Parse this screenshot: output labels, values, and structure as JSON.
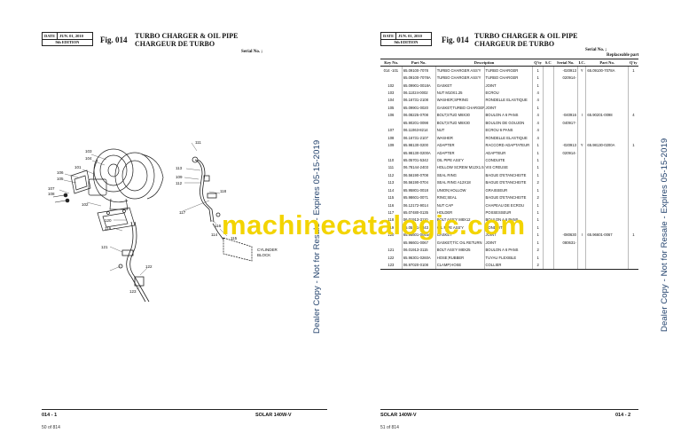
{
  "left_page": {
    "date_label": "DATE",
    "date_value": "JUN. 01, 2010",
    "edition": "9th EDITION",
    "fig": "Fig. 014",
    "title_en": "TURBO CHARGER & OIL PIPE",
    "title_fr": "CHARGEUR DE TURBO",
    "serial": "Serial No. ;",
    "footer_left": "014 - 1",
    "footer_right": "SOLAR 140W-V",
    "page_of": "50 of 814"
  },
  "right_page": {
    "date_label": "DATE",
    "date_value": "JUN. 01, 2010",
    "edition": "9th EDITION",
    "fig": "Fig. 014",
    "title_en": "TURBO CHARGER & OIL PIPE",
    "title_fr": "CHARGEUR DE TURBO",
    "serial": "Serial No. ;",
    "footer_left": "SOLAR 140W-V",
    "footer_right": "014 - 2",
    "page_of": "51 of 814"
  },
  "watermarks": {
    "vertical": "Dealer Copy - Not for Resale - Expires 05-15-2019",
    "center": "machinecatalogic.com"
  },
  "diagram": {
    "labels": [
      "103",
      "104",
      "101",
      "106",
      "105",
      "107",
      "108",
      "102",
      "111",
      "113",
      "109",
      "112",
      "117",
      "118",
      "116",
      "115",
      "114",
      "120",
      "119",
      "121",
      "122",
      "123"
    ],
    "cylinder_block": [
      "CYLINDER",
      "BLOCK"
    ]
  },
  "table": {
    "headers": [
      "Key No.",
      "Part No.",
      "Description",
      "",
      "Q'ty",
      "S.C",
      "Serial No.",
      "I.C.",
      "Part No.",
      "Q'ty"
    ],
    "replaceable_header": "Replaceable part",
    "rows": [
      [
        "014 -101",
        "65.09100-7078",
        "TURBO CHARGER ASS'Y",
        "TURBO CHARGER",
        "1",
        "",
        "-020913",
        "Y",
        "65.09100-7078A",
        "1"
      ],
      [
        "",
        "65.09100-7078A",
        "TURBO CHARGER ASS'Y",
        "TURBO CHARGER",
        "1",
        "",
        "020914-",
        "",
        "",
        ""
      ],
      [
        "102",
        "65.09901-0018A",
        "GASKET",
        "JOINT",
        "1",
        "",
        "",
        "",
        "",
        ""
      ],
      [
        "103",
        "06.11024-0002",
        "NUT M10X1.25",
        "ECROU",
        "4",
        "",
        "",
        "",
        "",
        ""
      ],
      [
        "104",
        "06.16731-2108",
        "WASHER;SPRING",
        "RONDELLE ELASTIQUE",
        "4",
        "",
        "",
        "",
        "",
        ""
      ],
      [
        "105",
        "65.09901-0020",
        "GASKET;TURBO CHARGER(T/C)",
        "JOINT",
        "1",
        "",
        "",
        "",
        "",
        ""
      ],
      [
        "106",
        "06.08225-0708",
        "BOLT;STUD M8X30",
        "BOULON A 6 PANS",
        "4",
        "",
        "-040916",
        "I",
        "65.90201-0098",
        "4"
      ],
      [
        "",
        "65.90201-0098",
        "BOLT;STUD M8X30",
        "BOULON DE GOUJON",
        "4",
        "",
        "040917-",
        "",
        "",
        ""
      ],
      [
        "107",
        "06.11063-8214",
        "NUT",
        "ECROU 6 PANS",
        "4",
        "",
        "",
        "",
        "",
        ""
      ],
      [
        "108",
        "06.16731-2107",
        "WASHER",
        "RONDELLE ELASTIQUE",
        "4",
        "",
        "",
        "",
        "",
        ""
      ],
      [
        "109",
        "65.98130-0200",
        "ADAPTER",
        "RACCORD ADAPTATEUR",
        "1",
        "",
        "-020913",
        "Y",
        "65.98130-0200A",
        "1"
      ],
      [
        "",
        "65.98130-0200A",
        "ADAPTER",
        "ADAPTEUR",
        "1",
        "",
        "020914-",
        "",
        "",
        ""
      ],
      [
        "110",
        "65.05701-5342",
        "OIL PIPE ASS'Y",
        "CONDUITE",
        "1",
        "",
        "",
        "",
        "",
        ""
      ],
      [
        "111",
        "06.78144-2403",
        "HOLLOW SCREW M12X1.5",
        "VIS CREUSE",
        "1",
        "",
        "",
        "",
        "",
        ""
      ],
      [
        "112",
        "06.56190-0708",
        "SEAL RING",
        "BAGUE D'ETANCHEITE",
        "1",
        "",
        "",
        "",
        "",
        ""
      ],
      [
        "113",
        "06.56190-0704",
        "SEAL RING A12X18",
        "BAGUE D'ETANCHEITE",
        "2",
        "",
        "",
        "",
        "",
        ""
      ],
      [
        "114",
        "65.95801-0018",
        "UNION;HOLLOW",
        "GRAISSEUR",
        "1",
        "",
        "",
        "",
        "",
        ""
      ],
      [
        "115",
        "65.98601-0071",
        "RING;SEAL",
        "BAGUE D'ETANCHEITE",
        "2",
        "",
        "",
        "",
        "",
        ""
      ],
      [
        "116",
        "06.12172-9014",
        "NUT CAP",
        "CHAPEAU DE ECROU",
        "1",
        "",
        "",
        "",
        "",
        ""
      ],
      [
        "117",
        "65.07480-0135",
        "HOLDER",
        "POSSESSEUR",
        "1",
        "",
        "",
        "",
        "",
        ""
      ],
      [
        "118",
        "06.01913-3110",
        "BOLT ASS'Y M8X12",
        "BOULON A 6 PANS",
        "1",
        "",
        "",
        "",
        "",
        ""
      ],
      [
        "119",
        "65.05701-5343",
        "OIL PIPE ASS'Y",
        "CONDUITE",
        "1",
        "",
        "",
        "",
        "",
        ""
      ],
      [
        "120",
        "65.96601-0045A",
        "GASKET",
        "JOINT",
        "1",
        "",
        "-080630",
        "I",
        "65.96601-0067",
        "1"
      ],
      [
        "",
        "65.96601-0067",
        "GASKET;T/C OIL RETURN",
        "JOINT",
        "1",
        "",
        "080631-",
        "",
        "",
        ""
      ],
      [
        "121",
        "06.01913-3115",
        "BOLT ASS'Y M8X25",
        "BOULON A 6 PANS",
        "2",
        "",
        "",
        "",
        "",
        ""
      ],
      [
        "122",
        "65.96301-0260A",
        "HOSE;RUBBER",
        "TUYAU FLEXIBLE",
        "1",
        "",
        "",
        "",
        "",
        ""
      ],
      [
        "123",
        "06.97020-0108",
        "CLAMP;HOSE",
        "COLLIER",
        "2",
        "",
        "",
        "",
        "",
        ""
      ]
    ]
  }
}
